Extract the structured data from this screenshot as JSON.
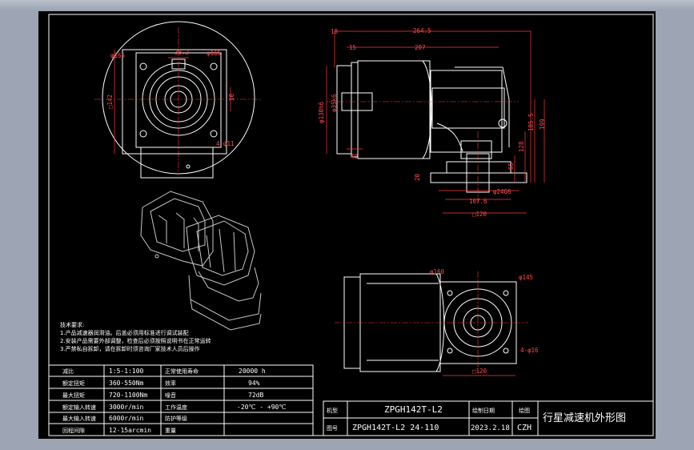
{
  "dims": {
    "left_top_phi": "φ165",
    "left_right_phi": "φ165",
    "left_key": "38.2",
    "left_square": "□142",
    "left_side": "10",
    "left_holes": "4-φ11",
    "top_18": "18",
    "top_264": "264.5",
    "top_15": "15",
    "top_207": "207",
    "phi_130": "φ130h6",
    "phi_35": "φ35k6",
    "d40": "40",
    "d1855": "185.5",
    "d199": "199",
    "d128": "128",
    "d65": "65",
    "d20": "20",
    "phi_246": "φ24G6",
    "d1076": "107.6",
    "bottom_square": "□120",
    "v2_phi160": "φ160",
    "v2_phi145": "φ145",
    "v2_holes": "4-φ16",
    "v2_square": "□120"
  },
  "notes": {
    "title": "技术要求:",
    "lines": [
      "1.产品减速器润滑油。后盖必须用标准进行调试装配",
      "2.安装产品需要外部调整，检查后必须按照说明书在正常运转",
      "3.严禁私自拆卸，请在拆卸时须咨询厂家技术人员后操作"
    ]
  },
  "spec_table": [
    [
      "减比",
      "1:5-1:100",
      "正常使用寿命",
      "20000 h"
    ],
    [
      "额定扭矩",
      "360-550Nm",
      "效率",
      "94%"
    ],
    [
      "最大扭矩",
      "720-1100Nm",
      "噪音",
      "72dB"
    ],
    [
      "额定输入转速",
      "3000r/min",
      "工作温度",
      "-20℃ - +90℃"
    ],
    [
      "最大输入转速",
      "6000r/min",
      "防护等级",
      ""
    ],
    [
      "回程间隙",
      "12-15arcmin",
      "重量",
      ""
    ]
  ],
  "title_block": {
    "label_model": "机型",
    "model": "ZPGH142T-L2",
    "label_date": "绘制日期",
    "label_drawer": "绘图",
    "label_drawing_no": "图号",
    "drawing_no": "ZPGH142T-L2 24-110",
    "date": "2023.2.18",
    "drawer": "CZH",
    "title": "行星减速机外形图"
  }
}
